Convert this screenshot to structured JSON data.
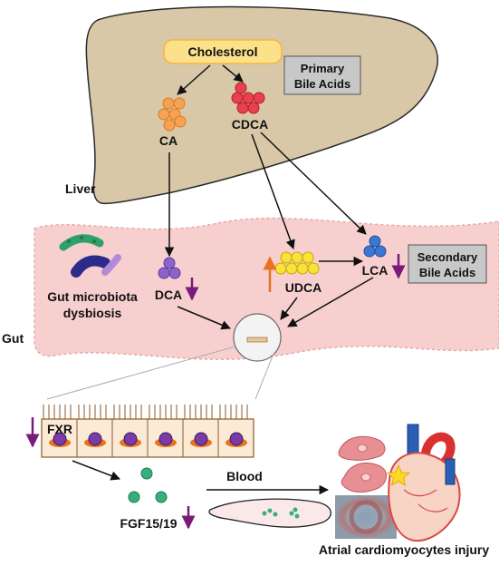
{
  "liver": {
    "label": "Liver",
    "cholesterol": "Cholesterol",
    "primary_box": {
      "line1": "Primary",
      "line2": "Bile Acids"
    },
    "ca": "CA",
    "cdca": "CDCA"
  },
  "gut": {
    "label": "Gut",
    "dca": "DCA",
    "udca": "UDCA",
    "lca": "LCA",
    "secondary_box": {
      "line1": "Secondary",
      "line2": "Bile Acids"
    },
    "microbiota": {
      "line1": "Gut microbiota",
      "line2": "dysbiosis"
    }
  },
  "epithelium": {
    "fxr": "FXR",
    "fgf": "FGF15/19"
  },
  "circulation": {
    "blood": "Blood",
    "injury": "Atrial cardiomyocytes injury"
  },
  "colors": {
    "liver_fill": "#d8c8a8",
    "gut_fill": "#f7cfcf",
    "cholesterol_fill": "#fde08a",
    "ca_orange": "#f7a253",
    "cdca_red": "#e8404c",
    "dca_purple": "#8d63c9",
    "udca_yellow": "#f7e23b",
    "lca_blue": "#3c77d4",
    "fgf_green": "#35b07a",
    "box_grey": "#c8c8c8",
    "down_arrow": "#7a1a7a",
    "up_arrow": "#e8731e"
  }
}
